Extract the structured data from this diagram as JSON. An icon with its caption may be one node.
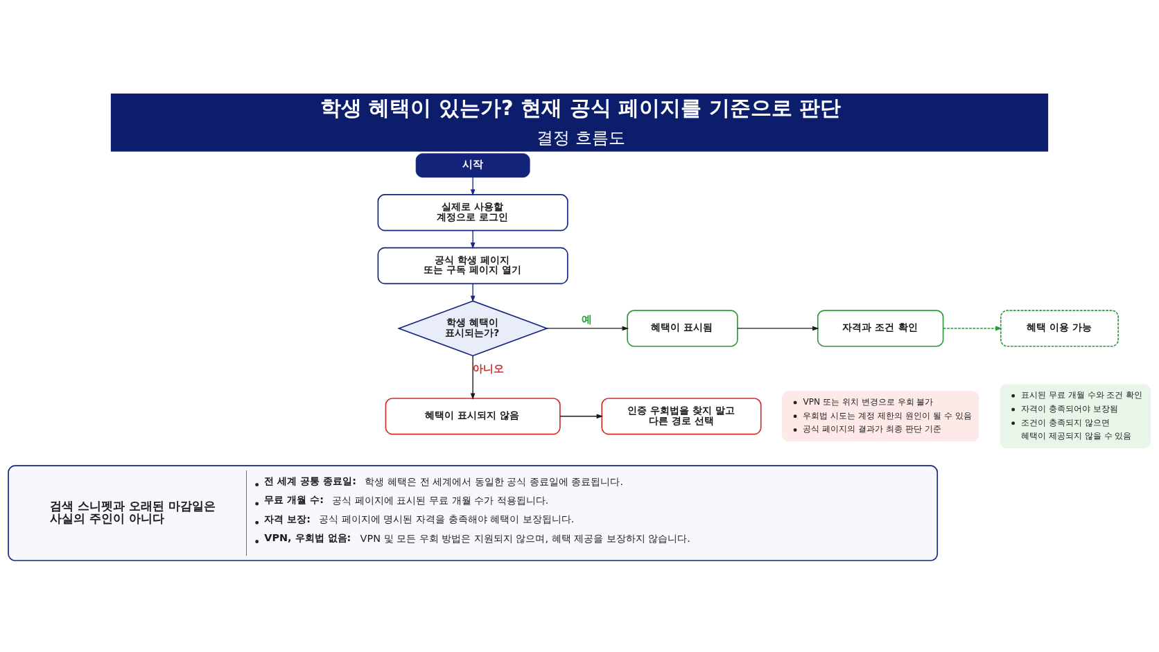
{
  "diagram": {
    "title": "학생 혜택이 있는가? 현재 공식 페이지를 기준으로 판단",
    "caption": "결정 흐름도",
    "nodes": [
      {
        "text": [
          "시작"
        ]
      },
      {
        "text": [
          "실제로 사용할 계정으로 로그인"
        ]
      },
      {
        "text": [
          "공식 학생 페이지 또는 구독 페이지 열기"
        ]
      },
      {
        "text": [
          "학생 혜택이 표시되는가?"
        ]
      },
      {
        "text": [
          "혜택이 표시됨"
        ]
      },
      {
        "text": [
          "자격과 조건 확인"
        ]
      },
      {
        "text": [
          "혜택 이용 가능"
        ]
      },
      {
        "text": [
          "혜택이 표시되지 않음"
        ]
      },
      {
        "text": [
          "인증 우회법을 찾지 말고 다른 경로 선택"
        ]
      },
      {
        "text": [
          "VPN 또는 위치 변경으로 우회 불가",
          "우회법 시도는 계정 제한의 원인이 될 수 있음",
          "공식 페이지의 결과가 최종 판단 기준"
        ]
      },
      {
        "text": [
          "표시된 무료 개월 수와 조건 확인",
          "자격이 충족되어야 보장됨",
          "조건이 충족되지 않으면 혜택이 제공되지 않을 수 있음"
        ]
      },
      {
        "text": [
          "검색 스니펫과 오래된 마감일은 사실의 주인이 아니다",
          "**전 세계 공통 종료일:** 학생 혜택은 전 세계에서 동일한 공식 종료일에 종료됩니다.",
          "**무료 개월 수:** 공식 페이지에 표시된 무료 개월 수가 적용됩니다.",
          "**자격 보장:** 공식 페이지에 명시된 자격을 충족해야 혜택이 보장됩니다.",
          "**VPN, 우회법 없음:** VPN 및 모든 우회 방법은 지원되지 않으며, 혜택 제공을 보장하지 않습니다."
        ]
      }
    ],
    "edges": [
      {
        "from": 0,
        "to": 1,
        "arrow": "to",
        "color": "#1a2c80"
      },
      {
        "from": 1,
        "to": 2,
        "arrow": "to",
        "color": "#1a2c80"
      },
      {
        "from": 2,
        "to": 3,
        "arrow": "to",
        "color": "#1a2c80"
      },
      {
        "from": 3,
        "to": 4,
        "arrow": "to",
        "label": "예"
      },
      {
        "from": 4,
        "to": 5,
        "arrow": "to"
      },
      {
        "from": 5,
        "to": 6,
        "arrow": "to",
        "style": "dashed",
        "color": "#2f9a3d"
      },
      {
        "from": 3,
        "to": 7,
        "arrow": "to",
        "label": "아니오"
      },
      {
        "from": 7,
        "to": 8,
        "arrow": "to"
      }
    ]
  }
}
